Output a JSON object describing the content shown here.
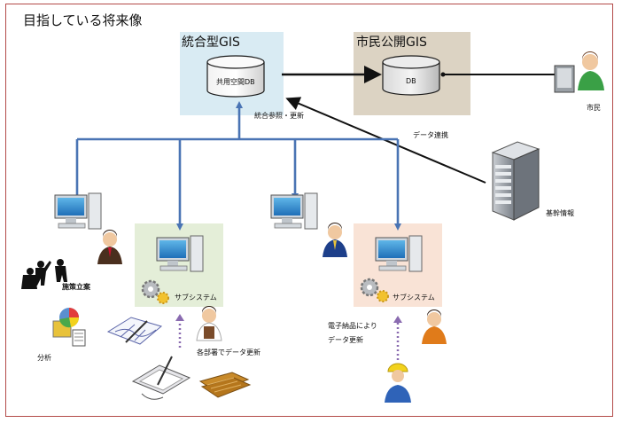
{
  "title": "目指している将来像",
  "panels": {
    "integrated_gis": {
      "title": "統合型GIS",
      "db_label": "共用空間DB"
    },
    "citizen_gis": {
      "title": "市民公開GIS",
      "db_label": "DB"
    }
  },
  "labels": {
    "integrated_ref": "統合参照・更新",
    "data_link": "データ連携",
    "citizen": "市民",
    "base_info": "基幹情報",
    "subsystem_1": "サブシステム",
    "subsystem_2": "サブシステム",
    "policy": "施策立案",
    "analysis": "分析",
    "dept_update": "各部署でデータ更新",
    "e_delivery_1": "電子納品により",
    "e_delivery_2": "データ更新"
  },
  "colors": {
    "frame": "#b34a48",
    "network_line": "#4a74b4",
    "integrated_panel": "#d9ebf3",
    "citizen_panel": "#dcd3c3",
    "sub1_panel": "#e4eed8",
    "sub2_panel": "#f9e3d6",
    "dotted_arrow": "#8a6bb0"
  },
  "icons": [
    "database-icon",
    "computer-icon",
    "server-icon",
    "person-icon",
    "gear-icon",
    "pie-chart-icon",
    "tablet-icon",
    "map-icon",
    "presentation-icon"
  ]
}
